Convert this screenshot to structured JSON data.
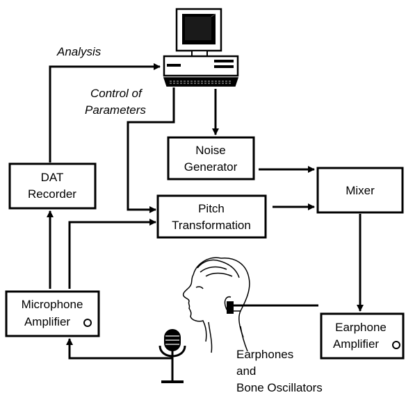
{
  "diagram": {
    "labels": {
      "analysis": "Analysis",
      "control_line1": "Control of",
      "control_line2": "Parameters",
      "earphones_line1": "Earphones",
      "earphones_line2": "and",
      "earphones_line3": "Bone Oscillators"
    },
    "nodes": {
      "dat_recorder": {
        "line1": "DAT",
        "line2": "Recorder"
      },
      "noise_generator": {
        "line1": "Noise",
        "line2": "Generator"
      },
      "mixer": {
        "line1": "Mixer"
      },
      "pitch_transformation": {
        "line1": "Pitch",
        "line2": "Transformation"
      },
      "microphone_amplifier": {
        "line1": "Microphone",
        "line2": "Amplifier"
      },
      "earphone_amplifier": {
        "line1": "Earphone",
        "line2": "Amplifier"
      }
    },
    "icons": {
      "computer": "computer-icon",
      "head": "head-profile-icon",
      "microphone": "microphone-icon",
      "knob": "knob-icon"
    },
    "colors": {
      "ink": "#000000",
      "paper": "#ffffff"
    }
  }
}
